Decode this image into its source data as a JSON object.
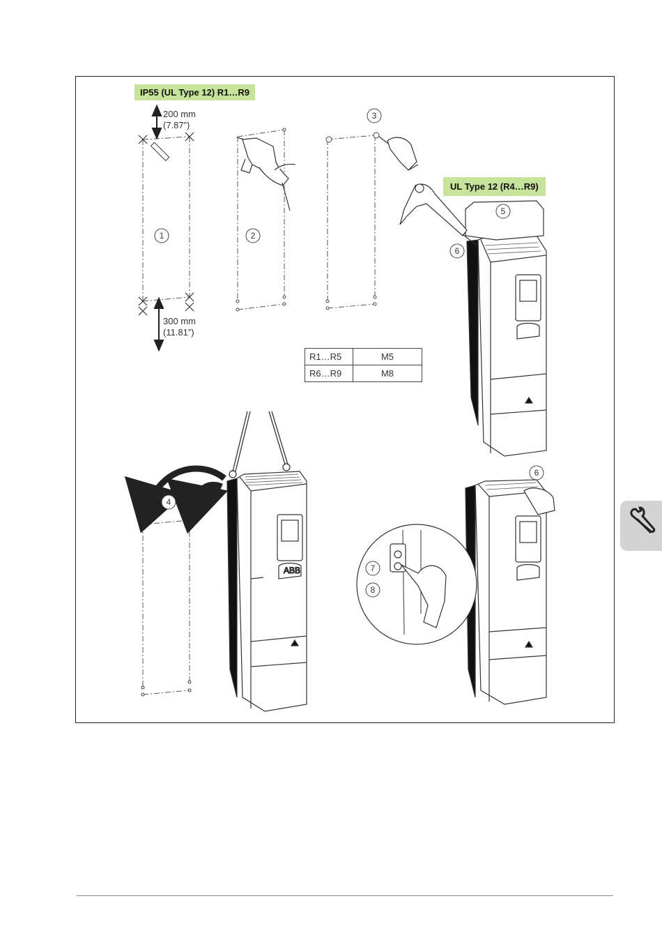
{
  "labels": {
    "ip55": "IP55 (UL Type 12) R1…R9",
    "ul_type12": "UL Type 12 (R4…R9)"
  },
  "dimensions": {
    "top_mm": "200 mm",
    "top_in": "(7.87”)",
    "bottom_mm": "300 mm",
    "bottom_in": "(11.81”)"
  },
  "torque_table": {
    "rows": [
      {
        "frames": "R1…R5",
        "screw": "M5"
      },
      {
        "frames": "R6…R9",
        "screw": "M8"
      }
    ]
  },
  "steps": {
    "s1": "1",
    "s2": "2",
    "s3": "3",
    "s4": "4",
    "s5": "5",
    "s6a": "6",
    "s6b": "6",
    "s7": "7",
    "s8": "8"
  },
  "brand": "ABB",
  "side_tab_icon": "wrench-icon"
}
